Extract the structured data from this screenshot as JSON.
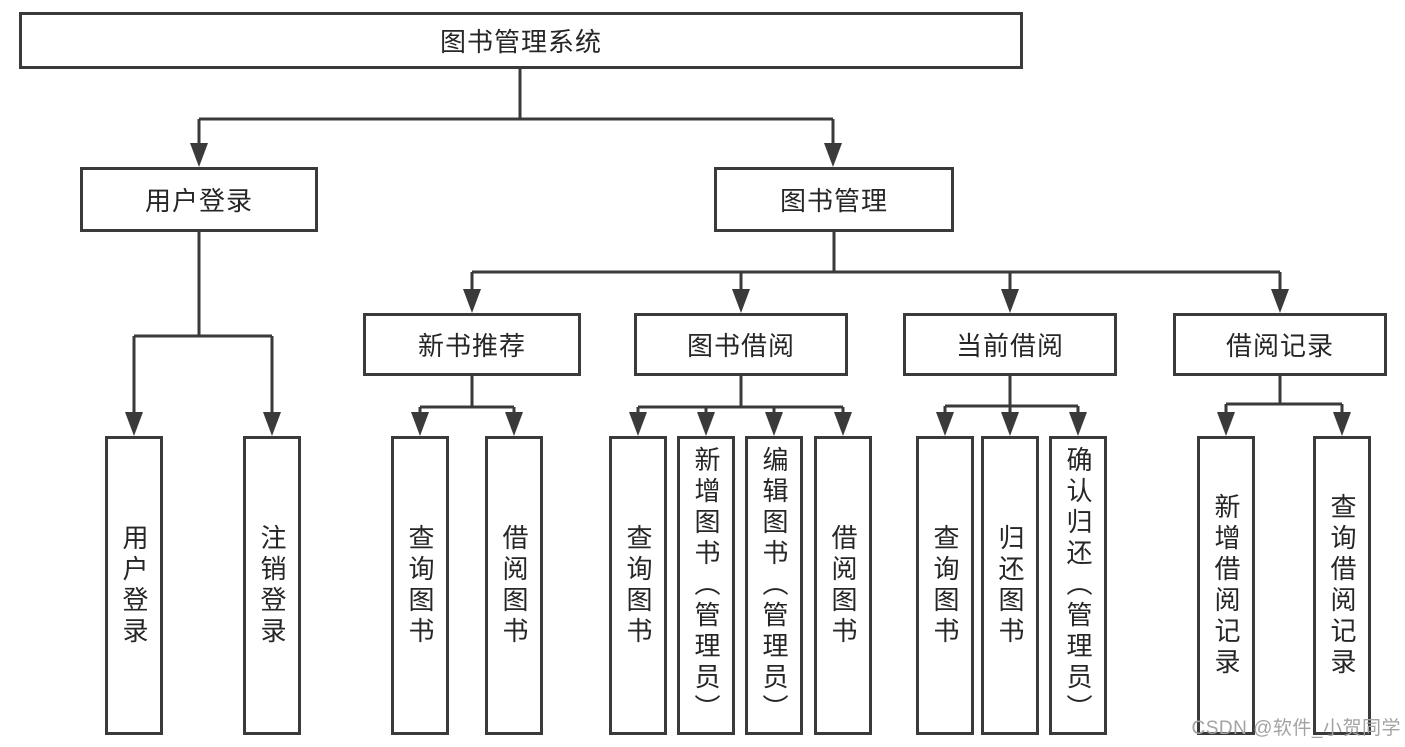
{
  "page": {
    "background": "#ffffff",
    "watermark": "CSDN @软件_小贺同学"
  },
  "colors": {
    "line": "#3a3a3a",
    "box_border": "#3a3a3a",
    "box_fill": "#ffffff",
    "text": "#262626",
    "watermark": "#a3a3a3"
  },
  "tree": {
    "root": {
      "label": "图书管理系统"
    },
    "level1": [
      {
        "label": "用户登录",
        "children": [
          "用户登录",
          "注销登录"
        ]
      },
      {
        "label": "图书管理"
      }
    ],
    "level2": [
      {
        "label": "新书推荐",
        "children": [
          "查询图书",
          "借阅图书"
        ]
      },
      {
        "label": "图书借阅",
        "children": [
          "查询图书",
          "新增图书（管理员）",
          "编辑图书（管理员）",
          "借阅图书"
        ]
      },
      {
        "label": "当前借阅",
        "children": [
          "查询图书",
          "归还图书",
          "确认归还（管理员）"
        ]
      },
      {
        "label": "借阅记录",
        "children": [
          "新增借阅记录",
          "查询借阅记录"
        ]
      }
    ]
  }
}
